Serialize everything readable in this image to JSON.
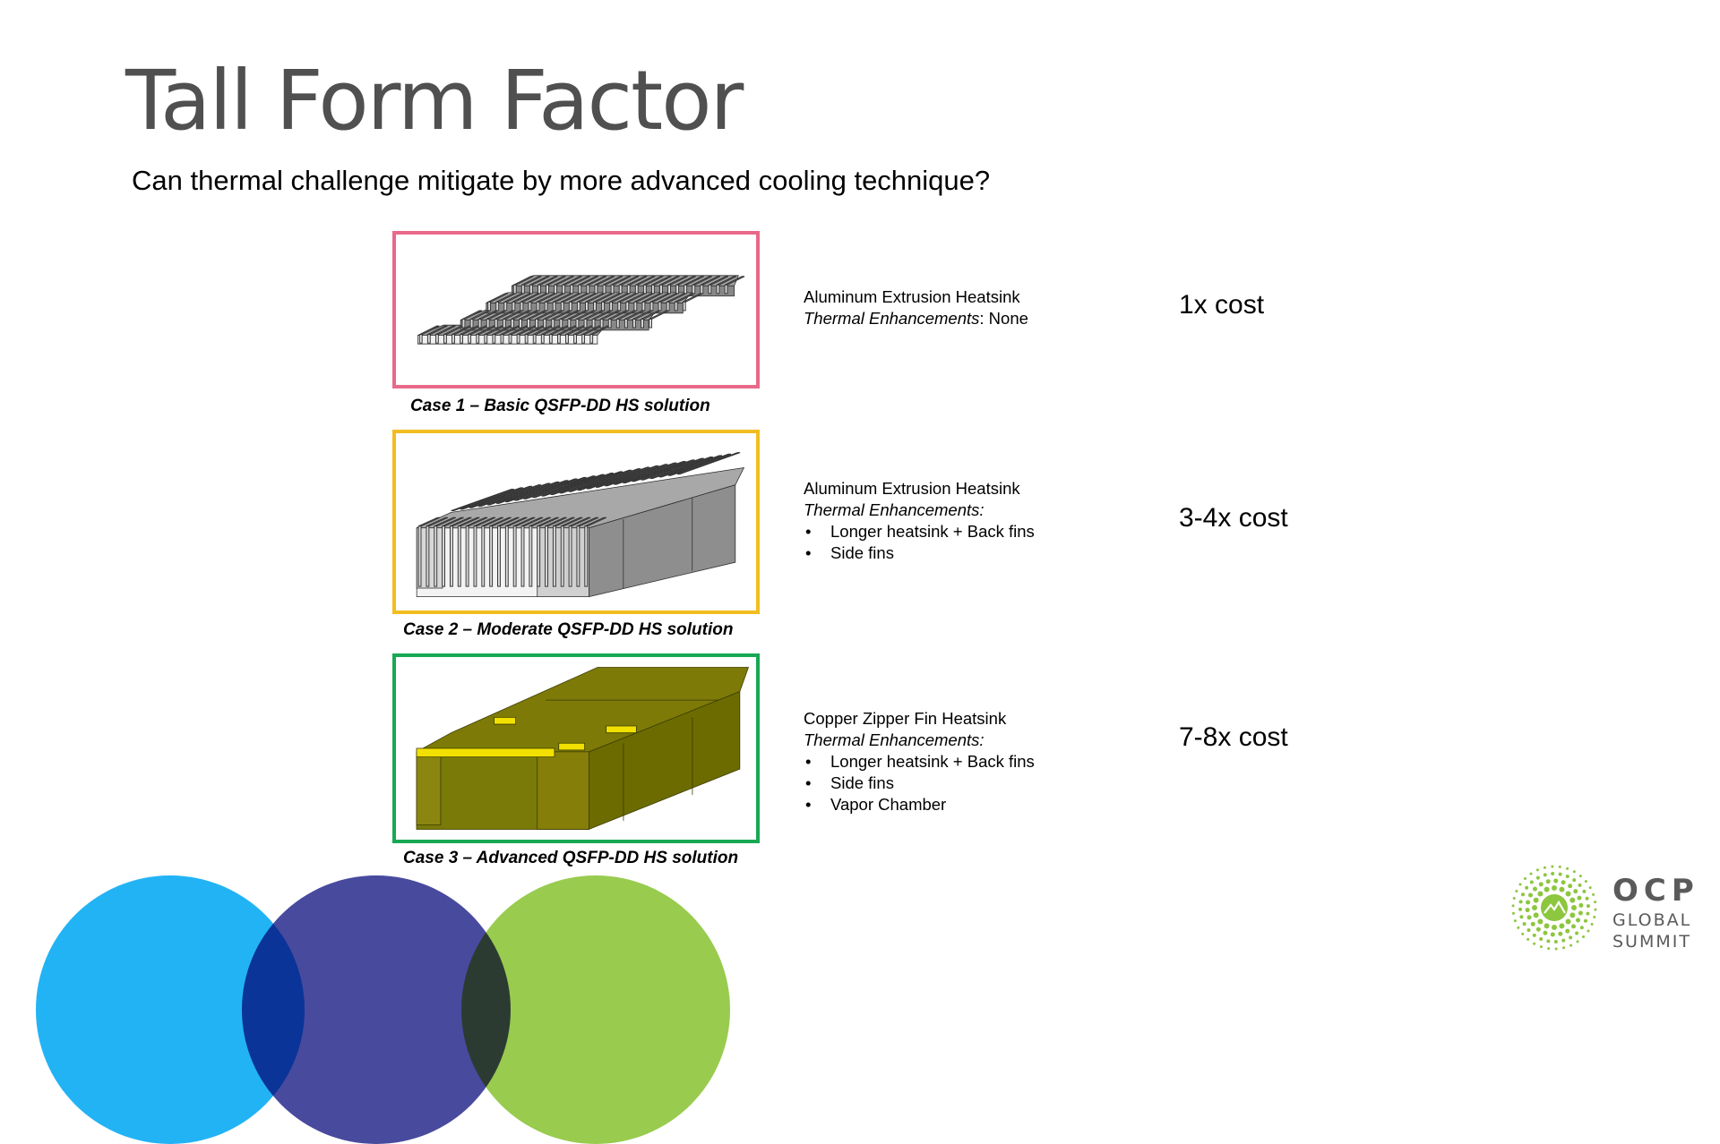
{
  "slide": {
    "title": "Tall Form Factor",
    "subtitle": "Can thermal challenge mitigate by more advanced cooling technique?"
  },
  "cases": [
    {
      "caption": "Case 1 – Basic QSFP-DD HS solution",
      "border_color": "#e8698a",
      "heatsink_type": "Aluminum Extrusion Heatsink",
      "enhancements_label": "Thermal Enhancements",
      "enhancements_inline": ": None",
      "enhancements": [],
      "cost": "1x cost"
    },
    {
      "caption": "Case 2 – Moderate QSFP-DD HS solution",
      "border_color": "#f2bd20",
      "heatsink_type": "Aluminum Extrusion Heatsink",
      "enhancements_label": "Thermal Enhancements:",
      "enhancements_inline": "",
      "enhancements": [
        "Longer heatsink + Back fins",
        "Side fins"
      ],
      "cost": "3-4x cost"
    },
    {
      "caption": "Case 3 – Advanced QSFP-DD HS solution",
      "border_color": "#18a853",
      "heatsink_type": "Copper Zipper Fin Heatsink",
      "enhancements_label": "Thermal Enhancements:",
      "enhancements_inline": "",
      "enhancements": [
        "Longer heatsink + Back fins",
        "Side fins",
        "Vapor Chamber"
      ],
      "cost": "7-8x cost"
    }
  ],
  "decor": {
    "circle_colors": [
      "#22b3f5",
      "#484a9e",
      "#99cb4f"
    ]
  },
  "logo": {
    "line1": "OCP",
    "line2": "GLOBAL",
    "line3": "SUMMIT",
    "icon": "ocp-starburst-mountain-icon",
    "color": "#8dc63f"
  }
}
